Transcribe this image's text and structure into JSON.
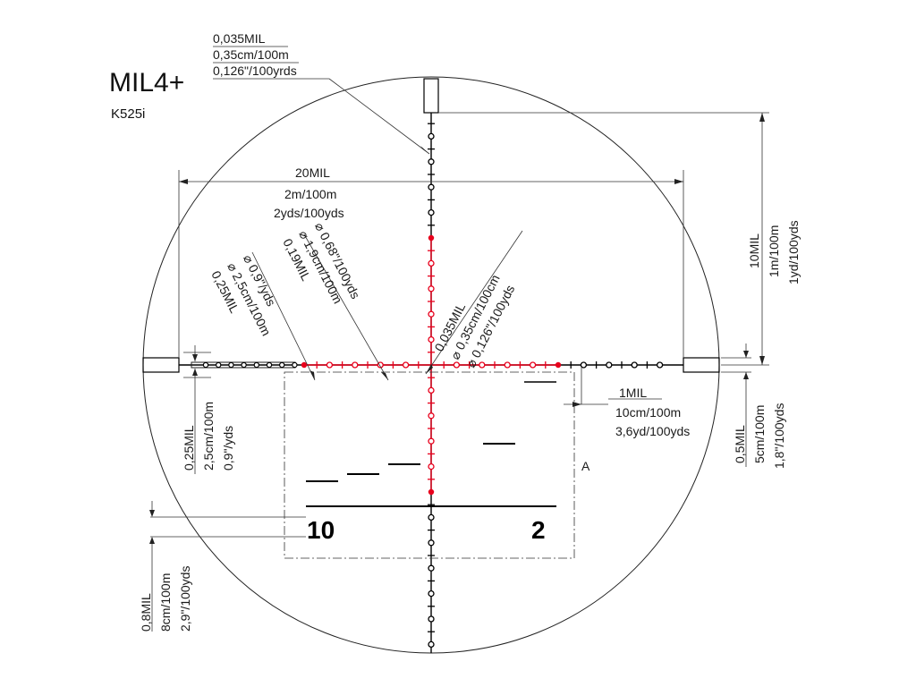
{
  "title": "MIL4+",
  "model": "K525i",
  "colors": {
    "accent": "#e8001c",
    "ink": "#000000"
  },
  "labels": {
    "top_dot": [
      "0,035MIL",
      "0,35cm/100m",
      "0,126\"/100yrds"
    ],
    "width_20mil": [
      "20MIL",
      "2m/100m",
      "2yds/100yds"
    ],
    "height_10mil": [
      "10MIL",
      "1m/100m",
      "1yd/100yds"
    ],
    "dot_025": [
      "0,25MIL",
      "⌀ 2,5cm/100m",
      "⌀ 0,9\"/yds"
    ],
    "dot_019": [
      "0,19MIL",
      "⌀ 1,9cm/100m",
      "⌀ 0,68\"/100yds"
    ],
    "dot_0035": [
      "0,035MIL",
      "⌀ 0,35cm/100cm",
      "⌀ 0,126\"/100yds"
    ],
    "mil_1": [
      "1MIL",
      "10cm/100m",
      "3,6yd/100yds"
    ],
    "left_post": [
      "0,25MIL",
      "2,5cm/100m",
      "0,9\"/yds"
    ],
    "right_post": [
      "0,5MIL",
      "5cm/100m",
      "1,8\"/100yds"
    ],
    "bottom_line": [
      "0,8MIL",
      "8cm/100m",
      "2,9\"/100yds"
    ],
    "box_marker": "A",
    "num_left": "10",
    "num_right": "2"
  }
}
